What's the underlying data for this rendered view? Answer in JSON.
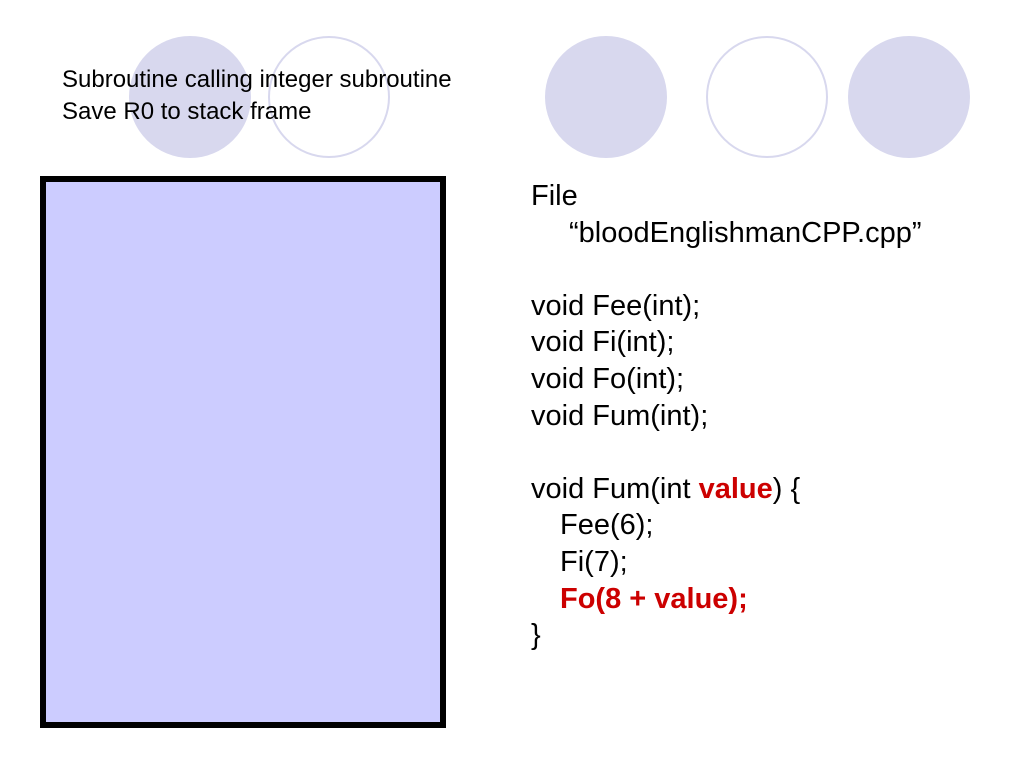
{
  "title": {
    "line1": "Subroutine calling integer subroutine",
    "line2": "Save R0 to stack frame"
  },
  "code": {
    "file_label": "File",
    "file_name": "“bloodEnglishmanCPP.cpp”",
    "decl1": "void Fee(int);",
    "decl2": "void Fi(int);",
    "decl3": "void Fo(int);",
    "decl4": "void Fum(int);",
    "def_prefix": "void Fum(int ",
    "def_param": "value",
    "def_suffix": ") {",
    "call1": "Fee(6);",
    "call2": "Fi(7);",
    "call3": "Fo(8 + value);",
    "close_brace": "}"
  },
  "colors": {
    "circle": "#d8d8ee",
    "stack_frame_fill": "#ccccff",
    "highlight": "#cc0000"
  }
}
